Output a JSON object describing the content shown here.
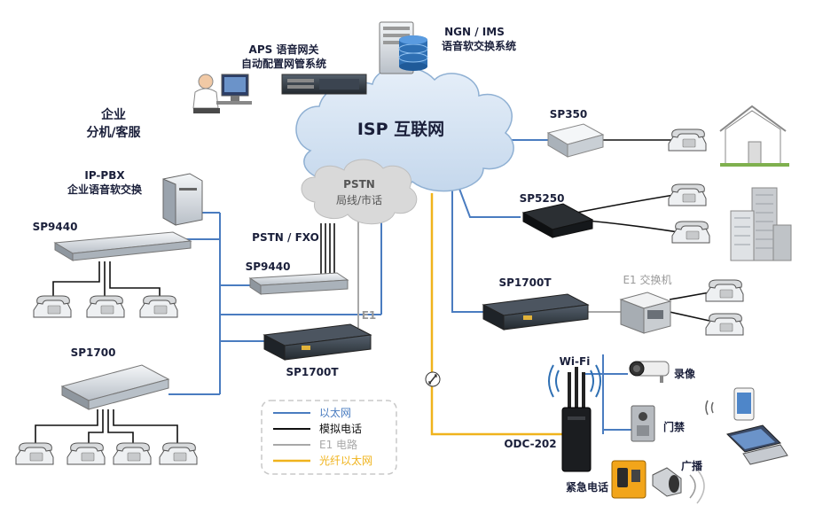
{
  "cloud": {
    "title": "ISP 互联网"
  },
  "pstn": {
    "line1": "PSTN",
    "line2": "局线/市话"
  },
  "labels": {
    "ngn_line1": "NGN / IMS",
    "ngn_line2": "语音软交换系统",
    "aps_line1": "APS 语音网关",
    "aps_line2": "自动配置网管系统",
    "enterprise_line1": "企业",
    "enterprise_line2": "分机/客服",
    "ippbx_line1": "IP-PBX",
    "ippbx_line2": "企业语音软交换",
    "sp9440_top": "SP9440",
    "sp9440_mid": "SP9440",
    "sp1700": "SP1700",
    "sp1700t_left": "SP1700T",
    "sp1700t_right": "SP1700T",
    "pstn_fxo": "PSTN / FXO",
    "e1": "E1",
    "sp350": "SP350",
    "sp5250": "SP5250",
    "e1_switch": "E1 交换机",
    "wifi": "Wi-Fi",
    "recording": "录像",
    "door": "门禁",
    "odc": "ODC-202",
    "broadcast": "广播",
    "emergency": "紧急电话"
  },
  "legend": {
    "items": [
      {
        "label": "以太网",
        "color": "#4a7cc0"
      },
      {
        "label": "模拟电话",
        "color": "#111111"
      },
      {
        "label": "E1 电路",
        "color": "#a8a8a8"
      },
      {
        "label": "光纤以太网",
        "color": "#f0b31c"
      }
    ]
  },
  "colors": {
    "ethernet": "#4a7cc0",
    "analog": "#111111",
    "e1": "#a8a8a8",
    "fiber": "#f0b31c",
    "cloud_fill": "#d6e4f2",
    "cloud_stroke": "#8fb0d3",
    "pstn_fill": "#d9d9d9"
  },
  "icons": [
    "server-icon",
    "database-icon",
    "operator-icon",
    "phone-icon",
    "house-icon",
    "building-icon",
    "wifi-icon",
    "camera-icon",
    "laptop-icon",
    "smartphone-icon",
    "speaker-icon",
    "emergency-phone-icon",
    "door-access-icon",
    "router-icon",
    "gateway-icon",
    "pbx-icon",
    "e1-switch-icon",
    "fiber-converter-icon"
  ]
}
